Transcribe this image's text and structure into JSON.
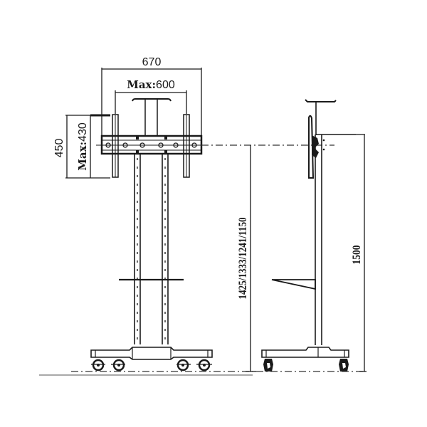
{
  "figure": {
    "type": "technical drawing",
    "subject": "mobile TV stand with casters, front and side elevations",
    "line_color": "#1a1a1a",
    "background": "#ffffff"
  },
  "front_view": {
    "dimensions": {
      "overall_width": "670",
      "max_vesa_width_label": "Max:",
      "max_vesa_width_value": "600",
      "overall_height": "450",
      "max_vesa_height_label": "Max:",
      "max_vesa_height_value": "430",
      "mount_height": "1425/1333/1241/1150"
    },
    "parts": [
      "mounting-bracket",
      "vertical-arms",
      "twin-columns",
      "shelf",
      "base",
      "casters"
    ],
    "caster_count": 4
  },
  "side_view": {
    "dimensions": {
      "total_height": "1500"
    },
    "parts": [
      "top-plate",
      "tilt-mount",
      "column",
      "angled-shelf",
      "base",
      "casters"
    ],
    "caster_count": 2
  }
}
